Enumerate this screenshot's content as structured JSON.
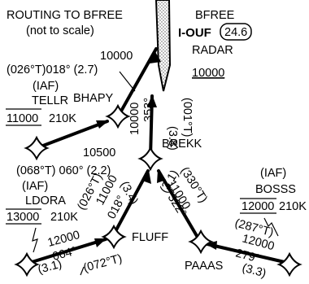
{
  "header": {
    "title": "ROUTING TO BFREE",
    "subtitle": "(not to scale)"
  },
  "final_fix": {
    "name": "BFREE",
    "localizer": "I-OUF",
    "frequency": "24.6",
    "note": "RADAR",
    "altitude": "10000"
  },
  "fixes": {
    "bhapy": "BHAPY",
    "brekk": "BREKK",
    "fluff": "FLUFF",
    "paaas": "PAAAS",
    "tellr": {
      "iaf": "(IAF)",
      "name": "TELLR",
      "altitude": "11000",
      "speed": "210K"
    },
    "ldora": {
      "iaf": "(IAF)",
      "name": "LDORA",
      "altitude": "13000",
      "speed": "210K"
    },
    "bosss": {
      "iaf": "(IAF)",
      "name": "BOSSS",
      "altitude": "12000",
      "speed": "210K"
    }
  },
  "legs": {
    "bhapy_bfree": {
      "altitude": "10000",
      "track": "(026°T)018° (2.7)"
    },
    "tellr_bhapy": {
      "altitude": "10500",
      "track": "(068°T) 060° (2.2)"
    },
    "brekk_bfree": {
      "altitude": "10000",
      "course": "353°",
      "distance": "(3.8)",
      "true": "(001°T)"
    },
    "fluff_brekk": {
      "true": "(026°T)",
      "altitude": "11000",
      "course": "018°",
      "distance": "(3.4)"
    },
    "paaas_brekk": {
      "true": "(330°T)",
      "altitude": "11000",
      "course": "322°",
      "distance": "(3.1)"
    },
    "ldora_fluff": {
      "altitude": "12000",
      "course": "064°",
      "distance": "(3.1)",
      "true": "(072°T)"
    },
    "bosss_paaas": {
      "true": "(287°T)",
      "altitude": "12000",
      "course": "279°",
      "distance": "(3.3)"
    }
  }
}
